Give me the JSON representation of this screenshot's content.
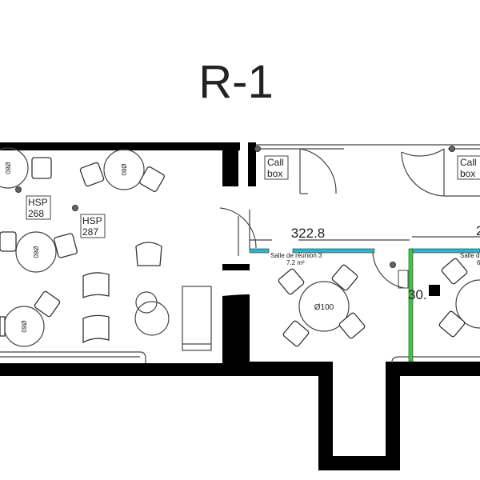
{
  "title": "R-1",
  "labels": {
    "hsp1": [
      "HSP",
      "268"
    ],
    "hsp2": [
      "HSP",
      "287"
    ],
    "callbox1": [
      "Call",
      "box"
    ],
    "callbox2": [
      "Call",
      "box"
    ],
    "table_small": "Ø80",
    "table_meeting": "Ø100",
    "room1_name": "Salle de réunion 3",
    "room1_area": "7.2 m²",
    "room2_name": "Salle de",
    "room2_area": "6",
    "dimension1": "322.8",
    "dimension2": "30.",
    "dimension3": "2"
  },
  "colors": {
    "wall": "#000000",
    "glass_partition": "#2bb5c8",
    "green_partition": "#3cc83c",
    "line": "#444444"
  }
}
